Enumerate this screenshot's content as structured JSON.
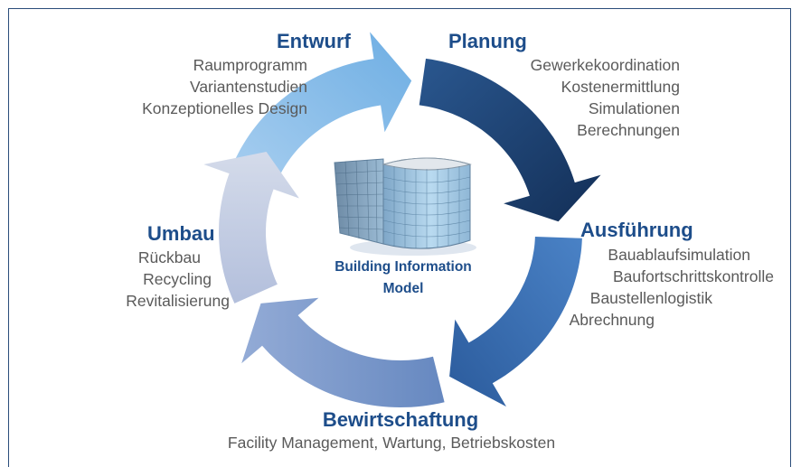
{
  "center": {
    "label_line1": "Building Information",
    "label_line2": "Model",
    "image": "office-building-glass-facade"
  },
  "phases": {
    "entwurf": {
      "title": "Entwurf",
      "items": [
        "Raumprogramm",
        "Variantenstudien",
        "Konzeptionelles Design"
      ],
      "arrow_color": "#8cbde6"
    },
    "planung": {
      "title": "Planung",
      "items": [
        "Gewerkekoordination",
        "Kostenermittlung",
        "Simulationen",
        "Berechnungen"
      ],
      "arrow_color": "#1e3f6e"
    },
    "ausfuehrung": {
      "title": "Ausführung",
      "items": [
        "Bauablaufsimulation",
        "Baufortschrittskontrolle",
        "Baustellenlogistik",
        "Abrechnung"
      ],
      "arrow_color": "#3f72b5"
    },
    "bewirtschaftung": {
      "title": "Bewirtschaftung",
      "items": [
        "Facility Management, Wartung, Betriebskosten"
      ],
      "arrow_color": "#7c98c9"
    },
    "umbau": {
      "title": "Umbau",
      "items": [
        "Rückbau",
        "Recycling",
        "Revitalisierung"
      ],
      "arrow_color": "#c4cde3"
    }
  },
  "colors": {
    "title_blue": "#1d4d8a",
    "item_gray": "#5a5a5a",
    "frame": "#2b4d7a"
  }
}
